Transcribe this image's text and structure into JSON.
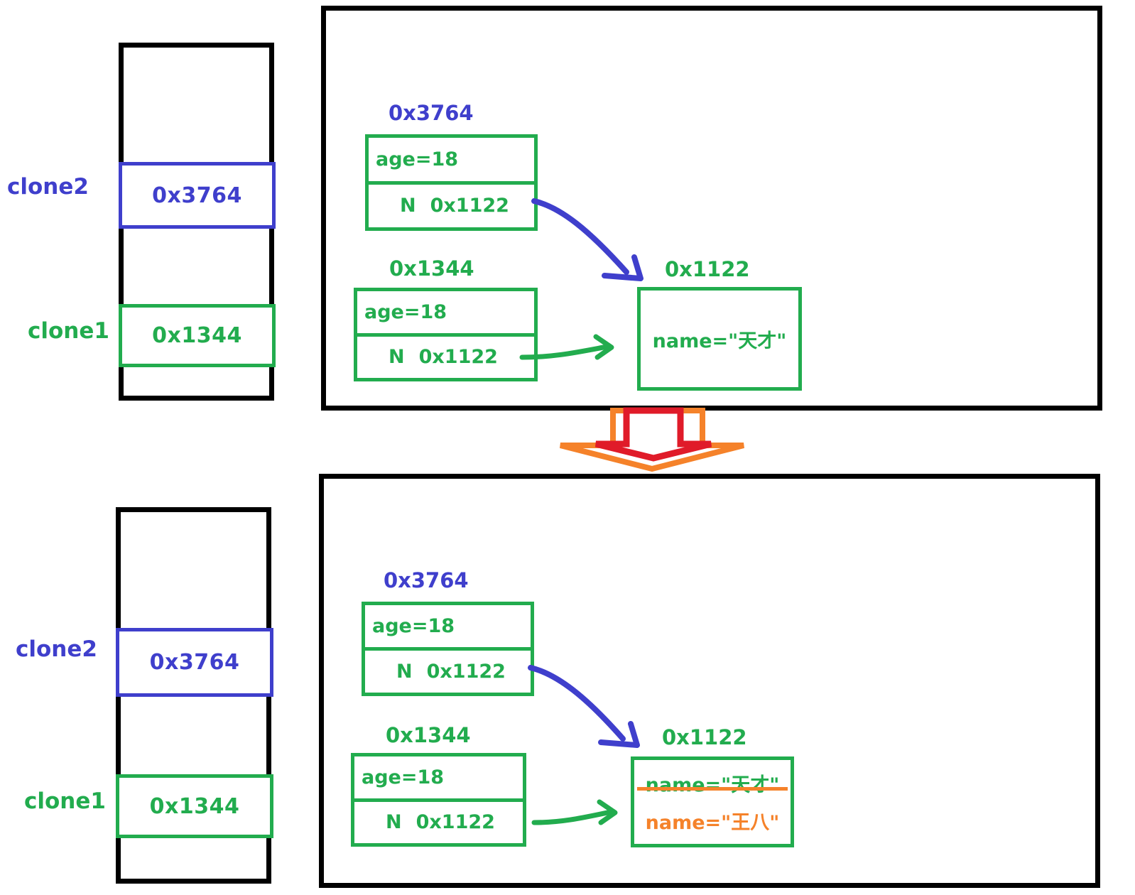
{
  "diagram": {
    "title": "Java clone shallow-copy memory diagram (before / after name mutation)",
    "colors": {
      "blue": "#3F3FCC",
      "green": "#22AC4E",
      "orange": "#F5822A",
      "red": "#E01B29",
      "black": "#000000"
    }
  },
  "before": {
    "stack": {
      "slots": [
        {
          "var_label": "clone2",
          "value": "0x3764",
          "color": "blue"
        },
        {
          "var_label": "clone1",
          "value": "0x1344",
          "color": "green"
        }
      ]
    },
    "heap": {
      "objects": [
        {
          "address": "0x3764",
          "address_color": "blue",
          "field_age": "age=18",
          "ref_marker": "N",
          "ref_value": "0x1122"
        },
        {
          "address": "0x1344",
          "address_color": "green",
          "field_age": "age=18",
          "ref_marker": "N",
          "ref_value": "0x1122"
        }
      ],
      "string_object": {
        "address": "0x1122",
        "address_color": "green",
        "lines": [
          {
            "text": "name=\"天才\"",
            "style": "green"
          }
        ]
      }
    }
  },
  "transition": {
    "outer_arrow_color": "#F5822A",
    "inner_arrow_color": "#E01B29"
  },
  "after": {
    "stack": {
      "slots": [
        {
          "var_label": "clone2",
          "value": "0x3764",
          "color": "blue"
        },
        {
          "var_label": "clone1",
          "value": "0x1344",
          "color": "green"
        }
      ]
    },
    "heap": {
      "objects": [
        {
          "address": "0x3764",
          "address_color": "blue",
          "field_age": "age=18",
          "ref_marker": "N",
          "ref_value": "0x1122"
        },
        {
          "address": "0x1344",
          "address_color": "green",
          "field_age": "age=18",
          "ref_marker": "N",
          "ref_value": "0x1122"
        }
      ],
      "string_object": {
        "address": "0x1122",
        "address_color": "green",
        "lines": [
          {
            "text": "name=\"天才\"",
            "style": "struck"
          },
          {
            "text": "name=\"王八\"",
            "style": "orange"
          }
        ]
      }
    }
  }
}
